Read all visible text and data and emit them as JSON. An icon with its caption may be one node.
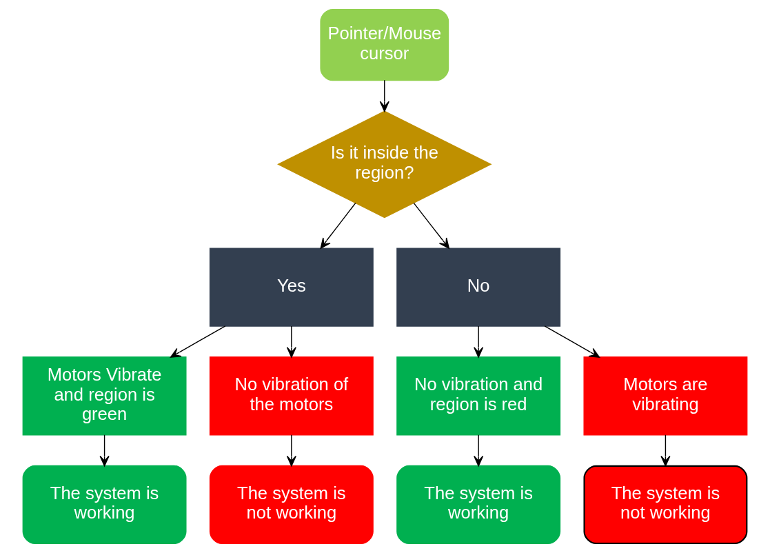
{
  "diagram": {
    "nodes": [
      {
        "text": [
          "Pointer/Mouse cursor"
        ]
      },
      {
        "text": [
          "Is it inside the region?"
        ]
      },
      {
        "text": [
          "Yes"
        ]
      },
      {
        "text": [
          "No"
        ]
      },
      {
        "text": [
          "Motors Vibrate and region is green"
        ]
      },
      {
        "text": [
          "No vibration of the motors"
        ]
      },
      {
        "text": [
          "No vibration and region is red"
        ]
      },
      {
        "text": [
          "Motors are vibrating"
        ]
      },
      {
        "text": [
          "The system is working"
        ]
      },
      {
        "text": [
          "The system is not working"
        ]
      },
      {
        "text": [
          "The system is working"
        ]
      },
      {
        "text": [
          "The system is not working"
        ]
      }
    ],
    "edges": [
      {
        "from": 0,
        "to": 1,
        "arrow": "to"
      },
      {
        "from": 1,
        "to": 2,
        "arrow": "to"
      },
      {
        "from": 1,
        "to": 3,
        "arrow": "to"
      },
      {
        "from": 2,
        "to": 4,
        "arrow": "to"
      },
      {
        "from": 2,
        "to": 5,
        "arrow": "to"
      },
      {
        "from": 3,
        "to": 6,
        "arrow": "to"
      },
      {
        "from": 3,
        "to": 7,
        "arrow": "to"
      },
      {
        "from": 4,
        "to": 8,
        "arrow": "to"
      },
      {
        "from": 5,
        "to": 9,
        "arrow": "to"
      },
      {
        "from": 6,
        "to": 10,
        "arrow": "to"
      },
      {
        "from": 7,
        "to": 11,
        "arrow": "to"
      }
    ]
  }
}
